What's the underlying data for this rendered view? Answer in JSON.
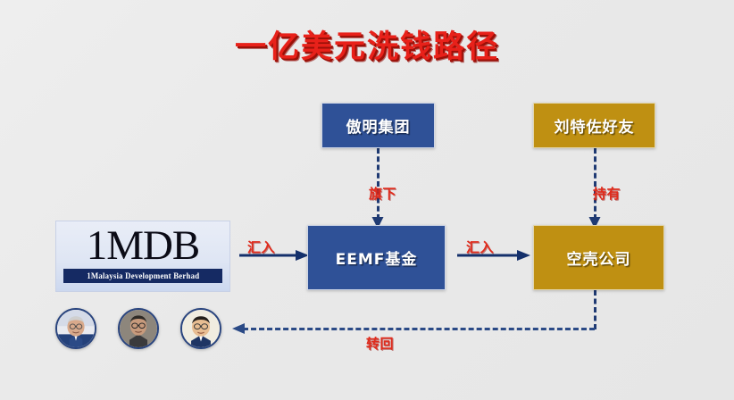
{
  "slide": {
    "title": "一亿美元洗钱路径",
    "background_color": "#ebebeb",
    "title_color": "#e8211a"
  },
  "palette": {
    "blue": "#2f5197",
    "gold": "#bf9012",
    "red": "#e02b1c",
    "connector_blue": "#1f3a73",
    "logo_bar": "#152a63"
  },
  "nodes": {
    "aoming": {
      "label": "傲明集团",
      "color": "#2f5197"
    },
    "friend": {
      "label": "刘特佐好友",
      "color": "#bf9012"
    },
    "eemf": {
      "label": "EEMF基金",
      "color": "#2f5197"
    },
    "shell": {
      "label": "空壳公司",
      "color": "#bf9012"
    },
    "mdb": {
      "logo": "1MDB",
      "subtitle": "1Malaysia Development Berhad"
    }
  },
  "connector_labels": {
    "huiru_1": "汇入",
    "huiru_2": "汇入",
    "qixia": "旗下",
    "chiyou": "持有",
    "zhuanhui": "转回"
  },
  "portraits": [
    {
      "name": "portrait-najib"
    },
    {
      "name": "portrait-associate"
    },
    {
      "name": "portrait-jho-low"
    }
  ]
}
